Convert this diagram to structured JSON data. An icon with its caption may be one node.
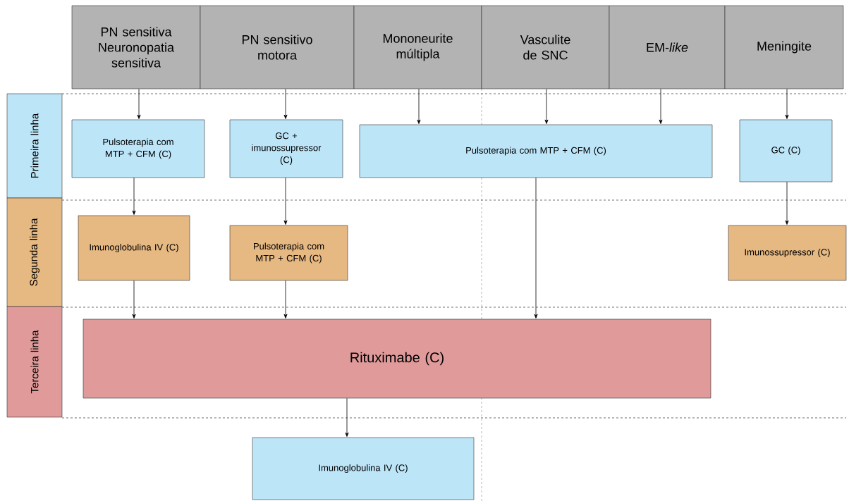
{
  "diagram": {
    "nodes": [
      {
        "text": [
          "PN sensitiva Neuronopatia sensitiva"
        ]
      },
      {
        "text": [
          "PN sensitivo motora"
        ]
      },
      {
        "text": [
          "Mononeurite múltipla"
        ]
      },
      {
        "text": [
          "Vasculite de SNC"
        ]
      },
      {
        "text": [
          "EM-*like*"
        ]
      },
      {
        "text": [
          "Meningite"
        ]
      },
      {
        "text": [
          "Primeira linha"
        ]
      },
      {
        "text": [
          "Segunda linha"
        ]
      },
      {
        "text": [
          "Terceira linha"
        ]
      },
      {
        "text": [
          "Pulsoterapia com MTP + CFM (C)"
        ]
      },
      {
        "text": [
          "GC + imunossupressor (C)"
        ]
      },
      {
        "text": [
          "Pulsoterapia com MTP + CFM (C)"
        ]
      },
      {
        "text": [
          "GC (C)"
        ]
      },
      {
        "text": [
          "Imunoglobulina IV (C)"
        ]
      },
      {
        "text": [
          "Pulsoterapia com MTP + CFM (C)"
        ]
      },
      {
        "text": [
          "Imunossupressor (C)"
        ]
      },
      {
        "text": [
          "Rituximabe (C)"
        ]
      },
      {
        "text": [
          "Imunoglobulina IV (C)"
        ]
      }
    ],
    "edges": [
      {
        "from": 0,
        "to": 9,
        "arrow": "to"
      },
      {
        "from": 1,
        "to": 10,
        "arrow": "to"
      },
      {
        "from": 2,
        "to": 11,
        "arrow": "to"
      },
      {
        "from": 3,
        "to": 11,
        "arrow": "to"
      },
      {
        "from": 4,
        "to": 11,
        "arrow": "to"
      },
      {
        "from": 5,
        "to": 12,
        "arrow": "to"
      },
      {
        "from": 9,
        "to": 13,
        "arrow": "to"
      },
      {
        "from": 10,
        "to": 14,
        "arrow": "to"
      },
      {
        "from": 12,
        "to": 15,
        "arrow": "to"
      },
      {
        "from": 13,
        "to": 16,
        "arrow": "to"
      },
      {
        "from": 14,
        "to": 16,
        "arrow": "to"
      },
      {
        "from": 11,
        "to": 16,
        "arrow": "to"
      },
      {
        "from": 16,
        "to": 17,
        "arrow": "to"
      }
    ]
  }
}
